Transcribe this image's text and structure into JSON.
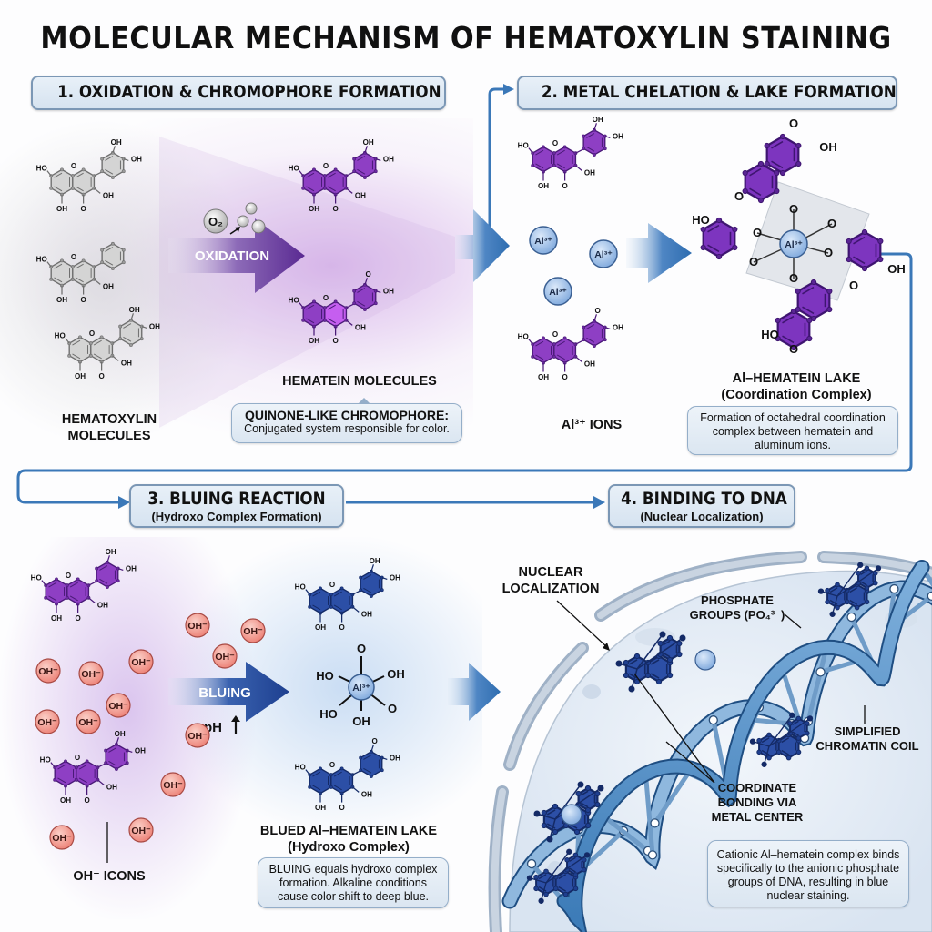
{
  "title": "MOLECULAR MECHANISM OF HEMATOXYLIN STAINING",
  "colors": {
    "accent_blue": "#3b78b8",
    "hematein_purple": "#7b2fb0",
    "blued_navy": "#1f3f8f",
    "hematoxylin_gray": "#b8b8b8",
    "oh_ion_fill": "#f08a80",
    "al_ion_fill": "#8db4e4"
  },
  "steps": [
    {
      "number": "1",
      "heading": "1. OXIDATION & CHROMOPHORE FORMATION",
      "subheading": "",
      "reactant_label": "HEMATOXYLIN MOLECULES",
      "reactant_label_lines": [
        "HEMATOXYLIN",
        "MOLECULES"
      ],
      "arrow_label": "OXIDATION",
      "oxygen_label": "O₂",
      "product_label": "HEMATEIN MOLECULES",
      "note_title": "QUINONE-LIKE CHROMOPHORE:",
      "note_text": "Conjugated system responsible for color."
    },
    {
      "number": "2",
      "heading": "2. METAL CHELATION & LAKE FORMATION",
      "subheading": "",
      "ion_label": "Al³⁺ IONS",
      "ion_symbol": "Al³⁺",
      "product_label": "Al–HEMATEIN LAKE",
      "product_sublabel": "(Coordination Complex)",
      "note_text": "Formation of octahedral coordination complex between hematein and aluminum ions."
    },
    {
      "number": "3",
      "heading": "3. BLUING REACTION",
      "subheading": "(Hydroxo Complex Formation)",
      "arrow_label": "BLUING",
      "ph_label": "pH",
      "ion_label": "OH⁻ ICONS",
      "ion_symbol": "OH⁻",
      "product_label": "BLUED Al–HEMATEIN LAKE",
      "product_sublabel": "(Hydroxo Complex)",
      "note_text": "BLUING equals hydroxo complex formation. Alkaline conditions cause color shift to deep blue."
    },
    {
      "number": "4",
      "heading": "4. BINDING TO DNA",
      "subheading": "(Nuclear Localization)",
      "callouts": {
        "nuclear": [
          "NUCLEAR",
          "LOCALIZATION"
        ],
        "phosphate": [
          "PHOSPHATE",
          "GROUPS (PO₄³⁻)"
        ],
        "chromatin": [
          "SIMPLIFIED",
          "CHROMATIN COIL"
        ],
        "coordinate": [
          "COORDINATE",
          "BONDING VIA",
          "METAL CENTER"
        ]
      },
      "note_text": "Cationic Al–hematein complex binds specifically to the anionic phosphate groups of DNA, resulting in blue nuclear staining."
    }
  ],
  "chem_labels": {
    "hydroxyl": "OH",
    "hydroxyl_left": "HO",
    "oxygen": "O"
  }
}
